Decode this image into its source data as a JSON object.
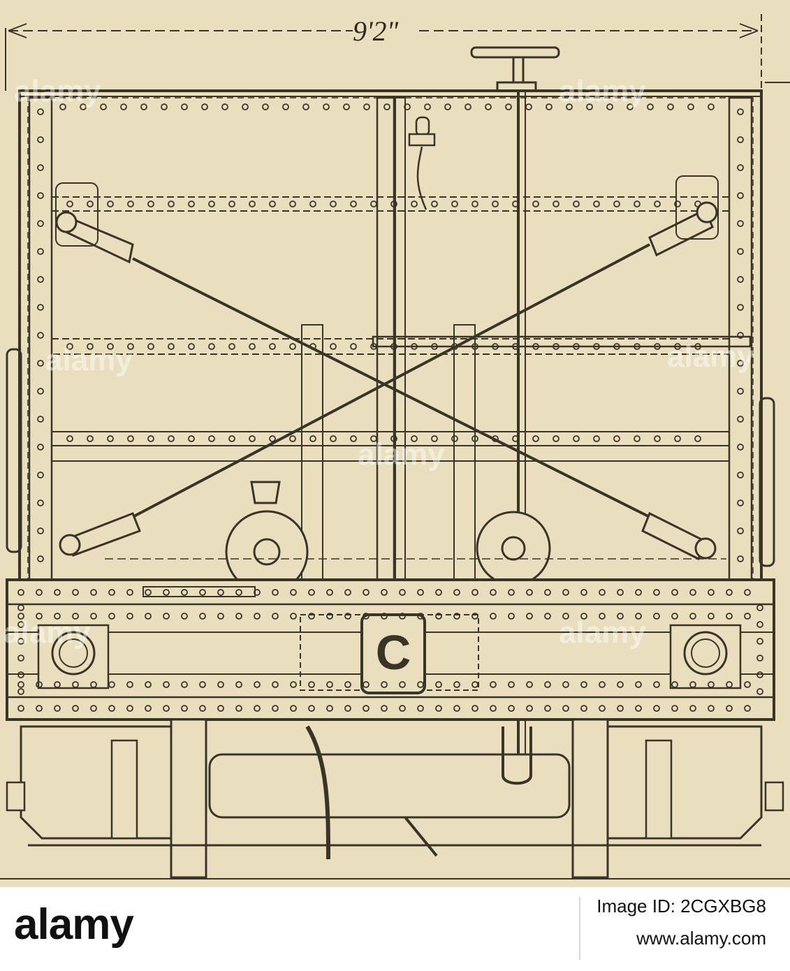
{
  "diagram": {
    "dimension_label": "9'2\"",
    "coupler_letter": "C"
  },
  "watermark": {
    "text": "alamy"
  },
  "footer": {
    "brand": "alamy",
    "image_id": "Image ID: 2CGXBG8",
    "url": "www.alamy.com"
  },
  "colors": {
    "paper": "#e9dfbf",
    "ink": "#3a3427",
    "footer_bg": "#ffffff"
  }
}
